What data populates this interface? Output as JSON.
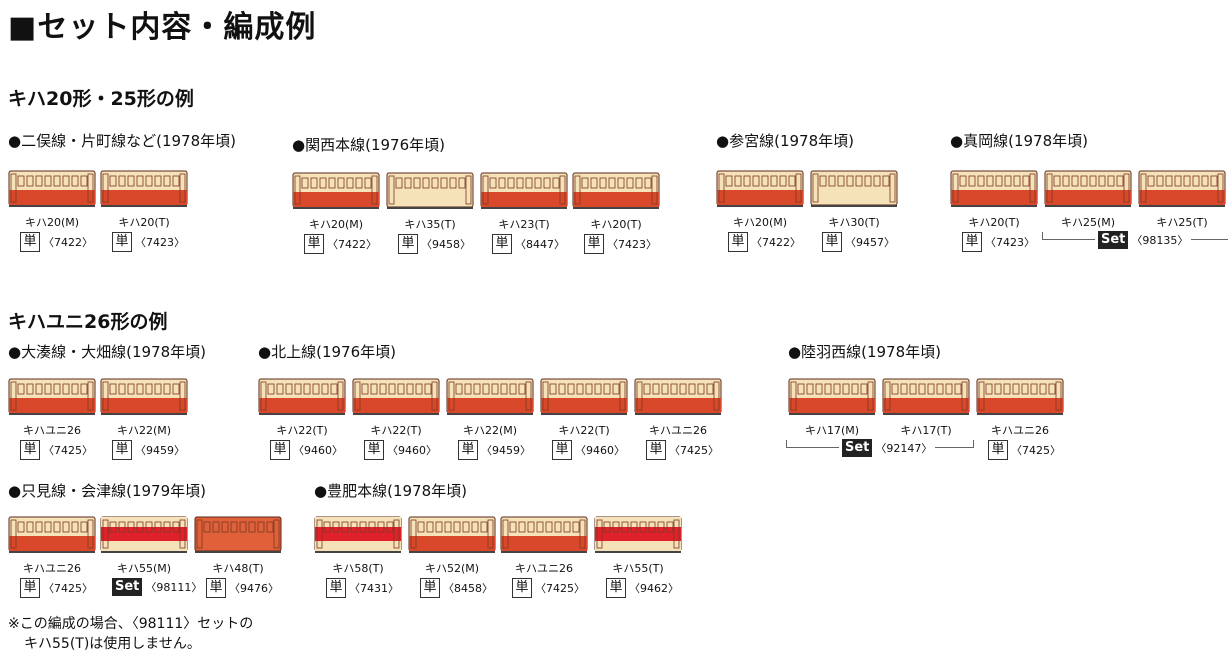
{
  "title": "■セット内容・編成例",
  "sections": [
    {
      "title": "キハ20形・25形の例",
      "groups": [
        {
          "label": "●二俣線・片町線など(1978年頃)",
          "cars": [
            {
              "model": "キハ20(M)",
              "tag": "単",
              "code": "〈7422〉",
              "style": "std"
            },
            {
              "model": "キハ20(T)",
              "tag": "単",
              "code": "〈7423〉",
              "style": "std"
            }
          ]
        },
        {
          "label": "●関西本線(1976年頃)",
          "cars": [
            {
              "model": "キハ20(M)",
              "tag": "単",
              "code": "〈7422〉",
              "style": "std"
            },
            {
              "model": "キハ35(T)",
              "tag": "単",
              "code": "〈9458〉",
              "style": "cream"
            },
            {
              "model": "キハ23(T)",
              "tag": "単",
              "code": "〈8447〉",
              "style": "std"
            },
            {
              "model": "キハ20(T)",
              "tag": "単",
              "code": "〈7423〉",
              "style": "std"
            }
          ]
        },
        {
          "label": "●参宮線(1978年頃)",
          "cars": [
            {
              "model": "キハ20(M)",
              "tag": "単",
              "code": "〈7422〉",
              "style": "std"
            },
            {
              "model": "キハ30(T)",
              "tag": "単",
              "code": "〈9457〉",
              "style": "cream"
            }
          ]
        },
        {
          "label": "●真岡線(1978年頃)",
          "cars": [
            {
              "model": "キハ20(T)",
              "tag": "単",
              "code": "〈7423〉",
              "style": "std"
            },
            {
              "model": "キハ25(M)",
              "style": "std"
            },
            {
              "model": "キハ25(T)",
              "style": "std"
            }
          ],
          "set": {
            "tag": "Set",
            "code": "〈98135〉"
          }
        }
      ]
    },
    {
      "title": "キハユニ26形の例",
      "groups": [
        {
          "label": "●大湊線・大畑線(1978年頃)",
          "cars": [
            {
              "model": "キハユニ26",
              "tag": "単",
              "code": "〈7425〉",
              "style": "std"
            },
            {
              "model": "キハ22(M)",
              "tag": "単",
              "code": "〈9459〉",
              "style": "std"
            }
          ]
        },
        {
          "label": "●北上線(1976年頃)",
          "cars": [
            {
              "model": "キハ22(T)",
              "tag": "単",
              "code": "〈9460〉",
              "style": "std"
            },
            {
              "model": "キハ22(T)",
              "tag": "単",
              "code": "〈9460〉",
              "style": "std"
            },
            {
              "model": "キハ22(M)",
              "tag": "単",
              "code": "〈9459〉",
              "style": "std"
            },
            {
              "model": "キハ22(T)",
              "tag": "単",
              "code": "〈9460〉",
              "style": "std"
            },
            {
              "model": "キハユニ26",
              "tag": "単",
              "code": "〈7425〉",
              "style": "std"
            }
          ]
        },
        {
          "label": "●陸羽西線(1978年頃)",
          "cars": [
            {
              "model": "キハ17(M)",
              "style": "std"
            },
            {
              "model": "キハ17(T)",
              "style": "std"
            },
            {
              "model": "キハユニ26",
              "tag": "単",
              "code": "〈7425〉",
              "style": "std"
            }
          ],
          "set": {
            "tag": "Set",
            "code": "〈92147〉"
          }
        },
        {
          "label": "●只見線・会津線(1979年頃)",
          "cars": [
            {
              "model": "キハユニ26",
              "tag": "単",
              "code": "〈7425〉",
              "style": "std"
            },
            {
              "model": "キハ55(M)",
              "tag": "Set",
              "code": "〈98111〉",
              "style": "red"
            },
            {
              "model": "キハ48(T)",
              "tag": "単",
              "code": "〈9476〉",
              "style": "orange"
            }
          ]
        },
        {
          "label": "●豊肥本線(1978年頃)",
          "cars": [
            {
              "model": "キハ58(T)",
              "tag": "単",
              "code": "〈7431〉",
              "style": "red"
            },
            {
              "model": "キハ52(M)",
              "tag": "単",
              "code": "〈8458〉",
              "style": "std"
            },
            {
              "model": "キハユニ26",
              "tag": "単",
              "code": "〈7425〉",
              "style": "std"
            },
            {
              "model": "キハ55(T)",
              "tag": "単",
              "code": "〈9462〉",
              "style": "red"
            }
          ]
        }
      ]
    }
  ],
  "note": [
    "※この編成の場合、〈98111〉セットの",
    "キハ55(T)は使用しません。"
  ],
  "colors": {
    "cream": "#f6e2b8",
    "red": "#d9482b",
    "orange": "#e0603a",
    "deep_red": "#e0202a"
  }
}
